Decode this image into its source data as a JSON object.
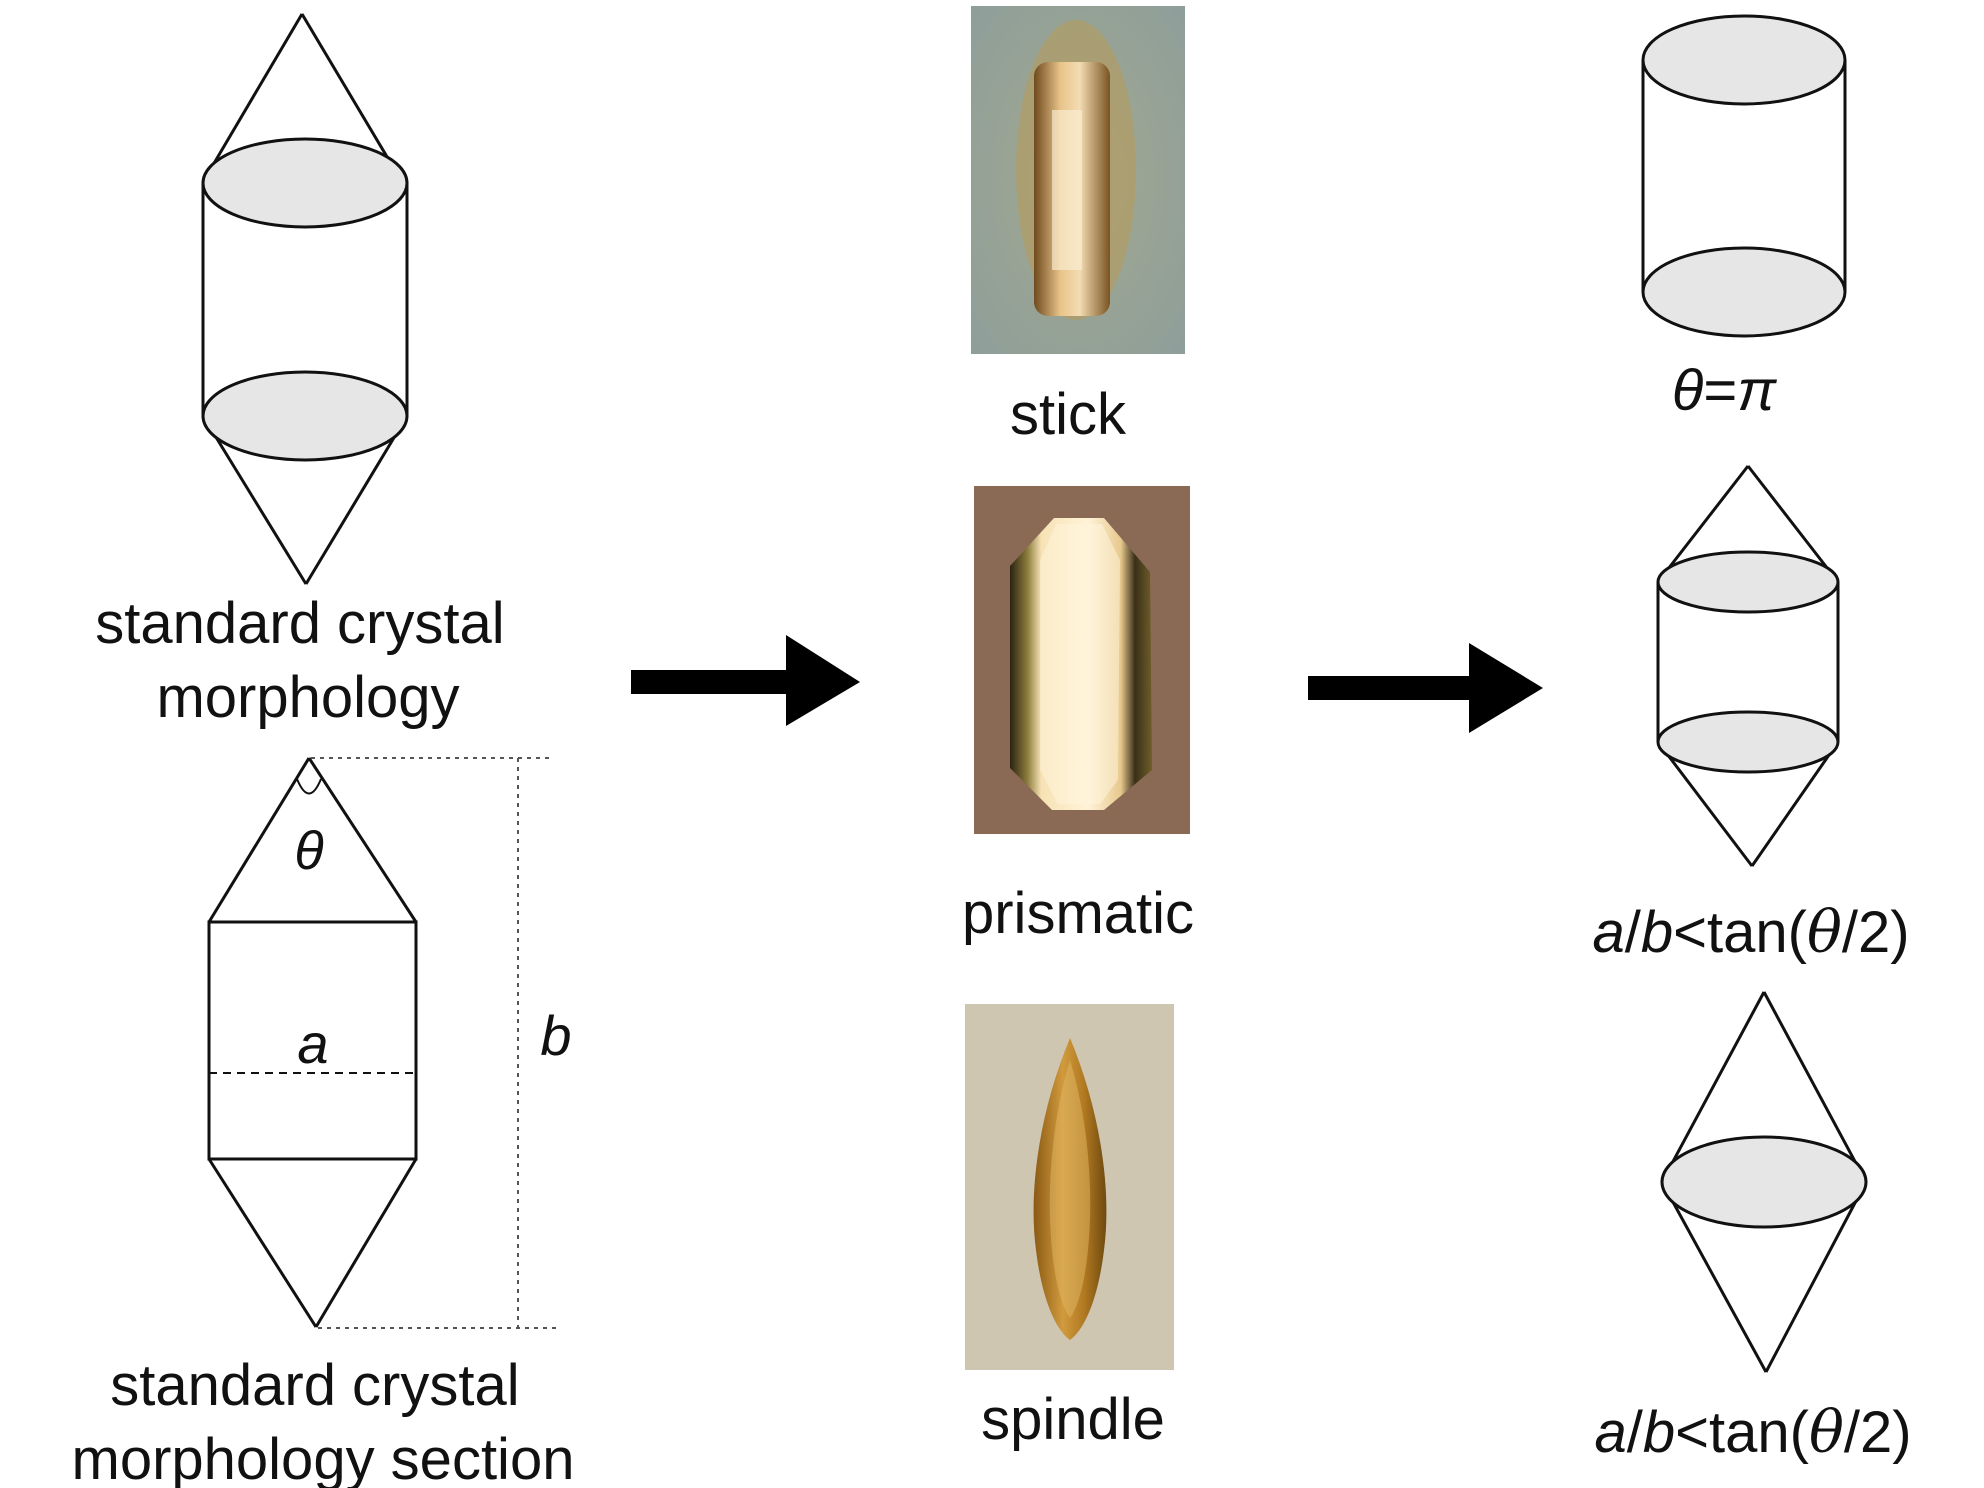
{
  "labels": {
    "standard_morphology": [
      "standard crystal",
      "morphology"
    ],
    "standard_section": [
      "standard crystal",
      "morphology section"
    ],
    "theta_symbol": "θ",
    "a_symbol": "a",
    "b_symbol": "b",
    "stick": "stick",
    "prismatic": "prismatic",
    "spindle": "spindle",
    "cond_cylinder": {
      "theta": "θ",
      "eq": "=",
      "pi": "π"
    },
    "cond_middle": {
      "a": "a",
      "slash": "/",
      "b": "b",
      "rest": "<tan(",
      "theta": "θ",
      "tail": "/2)"
    },
    "cond_bottom": {
      "a": "a",
      "slash": "/",
      "b": "b",
      "rest": "<tan(",
      "theta": "θ",
      "tail": "/2)"
    }
  },
  "colors": {
    "ellipse_fill": "#e6e6e6",
    "stroke": "#111111",
    "arrow": "#000000",
    "photo_stick_bg": "#8c9c98",
    "photo_prismatic_bg": "#8a6a54",
    "photo_spindle_bg": "#cfc6b2"
  }
}
